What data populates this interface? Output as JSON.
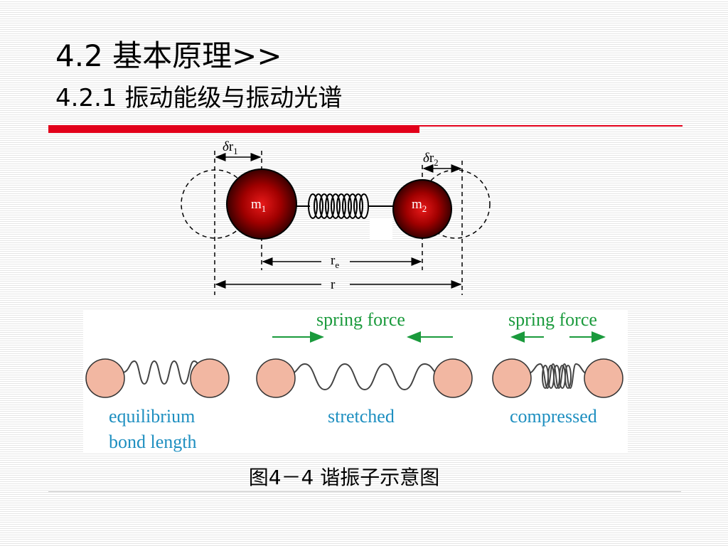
{
  "slide": {
    "title": "4.2 基本原理>>",
    "subtitle": "4.2.1 振动能级与振动光谱",
    "caption": "图4－4 谐振子示意图"
  },
  "top_diagram": {
    "mass1_label": "m",
    "mass1_sub": "1",
    "mass2_label": "m",
    "mass2_sub": "2",
    "dr1_label": "r",
    "dr1_sub": "1",
    "dr2_label": "r",
    "dr2_sub": "2",
    "delta_symbol": "δ",
    "re_label": "r",
    "re_sub": "e",
    "r_label": "r"
  },
  "bottom_diagram": {
    "equilibrium_line1": "equilibrium",
    "equilibrium_line2": "bond length",
    "stretched_label": "stretched",
    "stretched_force": "spring force",
    "compressed_label": "compressed",
    "compressed_force": "spring force"
  },
  "colors": {
    "accent_red": "#e2001a",
    "label_blue": "#1e8fc0",
    "arrow_green": "#1a9a3c",
    "ball_pink": "#f2b7a2",
    "mass_dark_red": "#a00000"
  }
}
